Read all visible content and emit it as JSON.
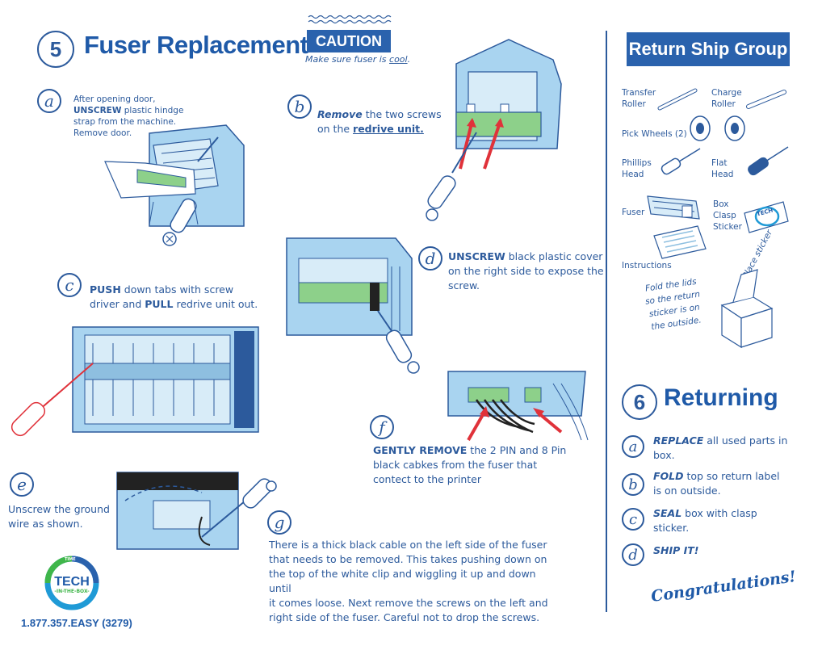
{
  "section5": {
    "number": "5",
    "title": "Fuser Replacement"
  },
  "caution": {
    "label": "CAUTION",
    "note_prefix": "Make sure fuser is ",
    "note_link": "cool",
    "note_suffix": "."
  },
  "steps": {
    "a": {
      "letter": "a",
      "line1": "After opening door,",
      "line2_bold": "UNSCREW",
      "line2_rest": " plastic hindge",
      "line3": "strap from the machine.",
      "line4": "Remove door."
    },
    "b": {
      "letter": "b",
      "bold": "Remove",
      "rest1": " the two screws",
      "line2_prefix": "on the ",
      "line2_link": "redrive unit."
    },
    "c": {
      "letter": "c",
      "bold1": "PUSH",
      "rest1": " down tabs with screw",
      "line2_prefix": "driver and ",
      "bold2": "PULL",
      "rest2": " redrive unit out."
    },
    "d": {
      "letter": "d",
      "bold": "UNSCREW",
      "rest1": " black plastic cover",
      "line2": "on the right side to expose the",
      "line3": "screw."
    },
    "e": {
      "letter": "e",
      "line1": "Unscrew the ground",
      "line2": "wire as shown."
    },
    "f": {
      "letter": "f",
      "bold": "GENTLY REMOVE",
      "rest1": "  the 2 PIN and 8 Pin",
      "line2": "black cabkes from the fuser that",
      "line3": "contect to the printer"
    },
    "g": {
      "letter": "g",
      "line1": "There is a thick black cable on the left side of the fuser",
      "line2": "that needs to be removed.  This takes pushing down on",
      "line3": "the top of the white clip and wiggling it up and down until",
      "line4": "it comes loose.  Next remove the screws on the left and",
      "line5": "right side of the fuser.  Careful not to drop the screws."
    }
  },
  "return_group": {
    "title": "Return Ship Group",
    "items": {
      "transfer_roller": "Transfer\nRoller",
      "charge_roller": "Charge\nRoller",
      "pick_wheels": "Pick Wheels (2)",
      "phillips": "Phillips\nHead",
      "flat": "Flat\nHead",
      "fuser": "Fuser",
      "box_clasp": "Box\nClasp\nSticker",
      "instructions": "Instructions",
      "fold_note": "Fold the lids\nso the return\nsticker is on\nthe outside.",
      "place_sticker": "Place sticker",
      "sticker_logo": "TECH"
    }
  },
  "section6": {
    "number": "6",
    "title": "Returning",
    "steps": [
      {
        "letter": "a",
        "bold": "REPLACE",
        "rest": " all used parts in",
        "line2": "box."
      },
      {
        "letter": "b",
        "bold": "FOLD",
        "rest": " top so return label",
        "line2": "is on outside."
      },
      {
        "letter": "c",
        "bold": "SEAL",
        "rest": " box with clasp",
        "line2": "sticker."
      },
      {
        "letter": "d",
        "bold": "SHIP IT!",
        "rest": "",
        "line2": ""
      }
    ],
    "congrats": "Congratulations!"
  },
  "logo": {
    "word": "TECH",
    "sub": "-IN-THE-BOX-",
    "ring_text": "TIME",
    "phone": "1.877.357.EASY (3279)"
  },
  "colors": {
    "primary": "#2c5a9c",
    "title_blue": "#1f5aa8",
    "banner": "#2a62ad",
    "machine_fill": "#a9d4f0",
    "green": "#8dd08a",
    "red": "#e0323a"
  }
}
